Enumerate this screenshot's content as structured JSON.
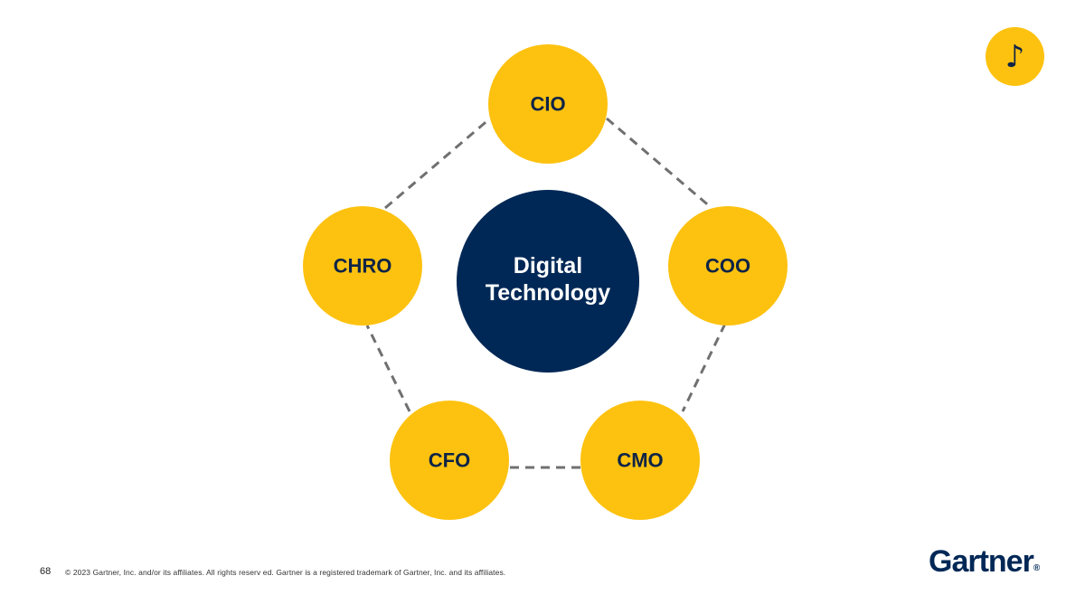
{
  "colors": {
    "node_fill": "#FDC210",
    "center_fill": "#002856",
    "node_text": "#0E2446",
    "center_text": "#ffffff",
    "connector": "#707070",
    "brand_navy": "#002856"
  },
  "diagram": {
    "center": {
      "line1": "Digital",
      "line2": "Technology"
    },
    "nodes": [
      {
        "id": "cio",
        "label": "CIO"
      },
      {
        "id": "coo",
        "label": "COO"
      },
      {
        "id": "cmo",
        "label": "CMO"
      },
      {
        "id": "cfo",
        "label": "CFO"
      },
      {
        "id": "chro",
        "label": "CHRO"
      }
    ]
  },
  "audio": {
    "icon": "music-note-icon",
    "glyph": "♪"
  },
  "footer": {
    "page_number": "68",
    "copyright": "© 2023 Gartner, Inc. and/or its affiliates. All rights reserv ed. Gartner is a registered trademark of Gartner, Inc. and its affiliates.",
    "logo_text": "Gartner",
    "logo_mark": "®"
  }
}
